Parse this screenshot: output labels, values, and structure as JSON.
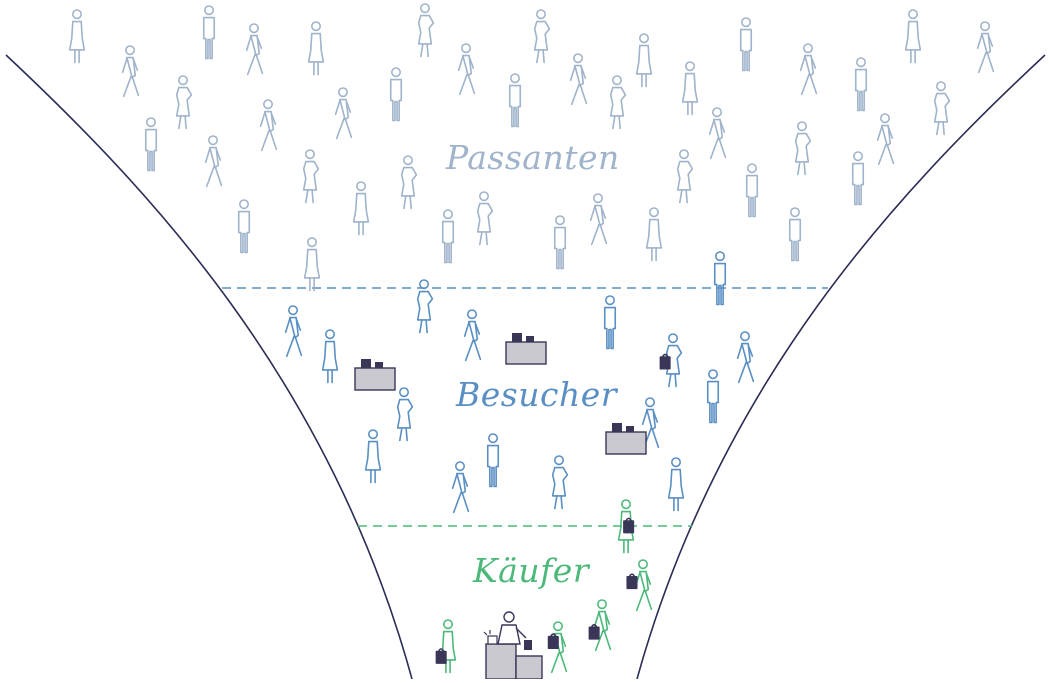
{
  "funnel": {
    "stages": [
      {
        "id": "passanten",
        "label": "Passanten",
        "color": "#9fb3cb"
      },
      {
        "id": "besucher",
        "label": "Besucher",
        "color": "#5a8fc4"
      },
      {
        "id": "kaeufer",
        "label": "Käufer",
        "color": "#4cb97a"
      }
    ],
    "outline_color": "#2b2d55",
    "dark_color": "#3a3658",
    "box_color": "#c9c9cf"
  }
}
